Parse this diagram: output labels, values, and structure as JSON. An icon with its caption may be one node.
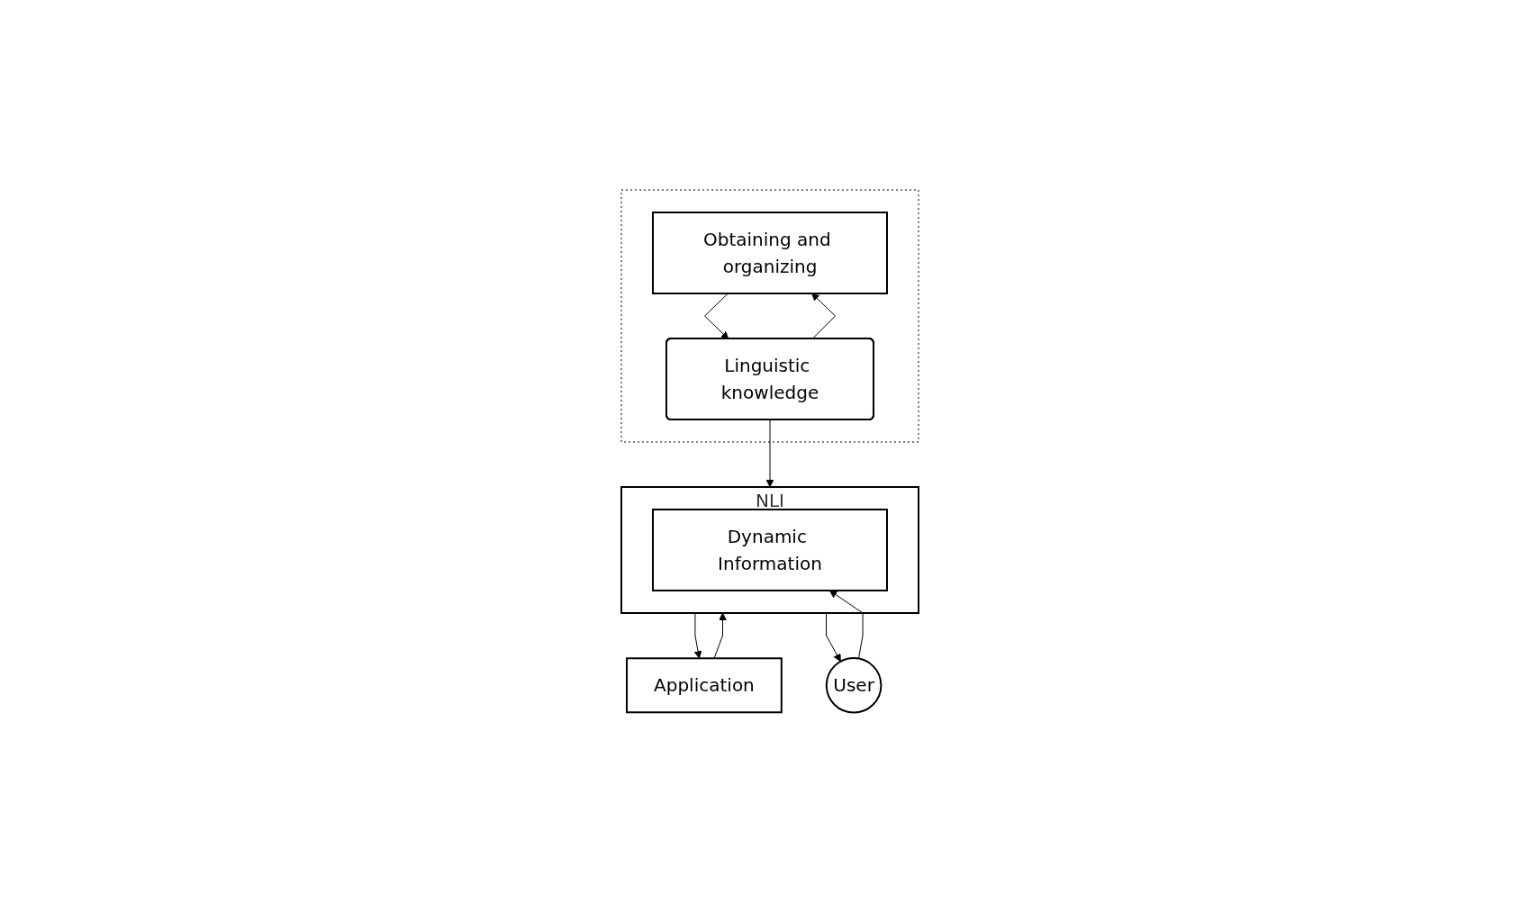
{
  "diagram": {
    "nodes": [
      {
        "text": [],
        "shape": "box"
      },
      {
        "text": [
          "Obtaining and organizing"
        ],
        "in": 0
      },
      {
        "text": [
          "Linguistic knowledge"
        ],
        "in": 0
      },
      {
        "text": [
          "Application"
        ]
      },
      {
        "text": [
          "NLI"
        ]
      },
      {
        "text": [
          "Dynamic Information"
        ],
        "in": 4
      },
      {
        "text": [
          "User"
        ]
      }
    ],
    "edges": [
      {
        "from": 1,
        "to": 2,
        "arrow": "to"
      },
      {
        "from": 2,
        "to": 1,
        "arrow": "to"
      },
      {
        "from": 2,
        "to": 4,
        "arrow": "to"
      },
      {
        "from": 3,
        "to": 4,
        "arrow": "to"
      },
      {
        "from": 4,
        "to": 3,
        "arrow": "to"
      },
      {
        "from": 4,
        "to": 6,
        "arrow": "to"
      },
      {
        "from": 6,
        "to": 5,
        "arrow": "to"
      }
    ]
  }
}
